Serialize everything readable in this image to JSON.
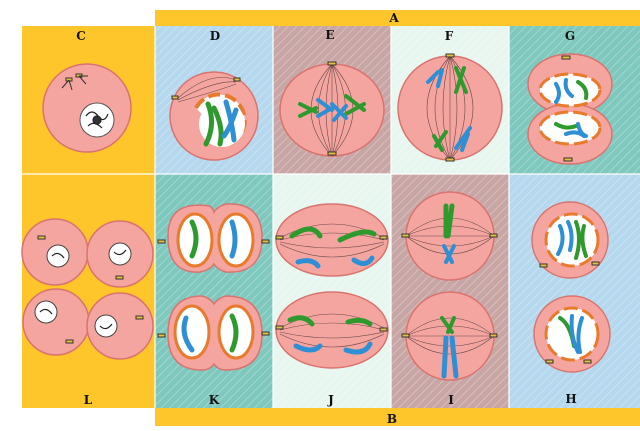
{
  "labels": {
    "A": "A",
    "B": "B",
    "C": "C",
    "D": "D",
    "E": "E",
    "F": "F",
    "G": "G",
    "H": "H",
    "I": "I",
    "J": "J",
    "K": "K",
    "L": "L"
  },
  "colors": {
    "gold": "#FFC62B",
    "cell": "#F4A5A0",
    "cell_edge": "#D9736E",
    "nucleus_band": "#E87A2C",
    "nucleus_fill": "#FFFFFF",
    "chrom_green": "#2E9A2E",
    "chrom_blue": "#2E8FD4",
    "panel_blue": "#B5D8EE",
    "panel_mauve": "#C9A6A6",
    "panel_mint": "#E8F6F0",
    "panel_teal": "#7FC8BE",
    "spindle": "#555555"
  }
}
